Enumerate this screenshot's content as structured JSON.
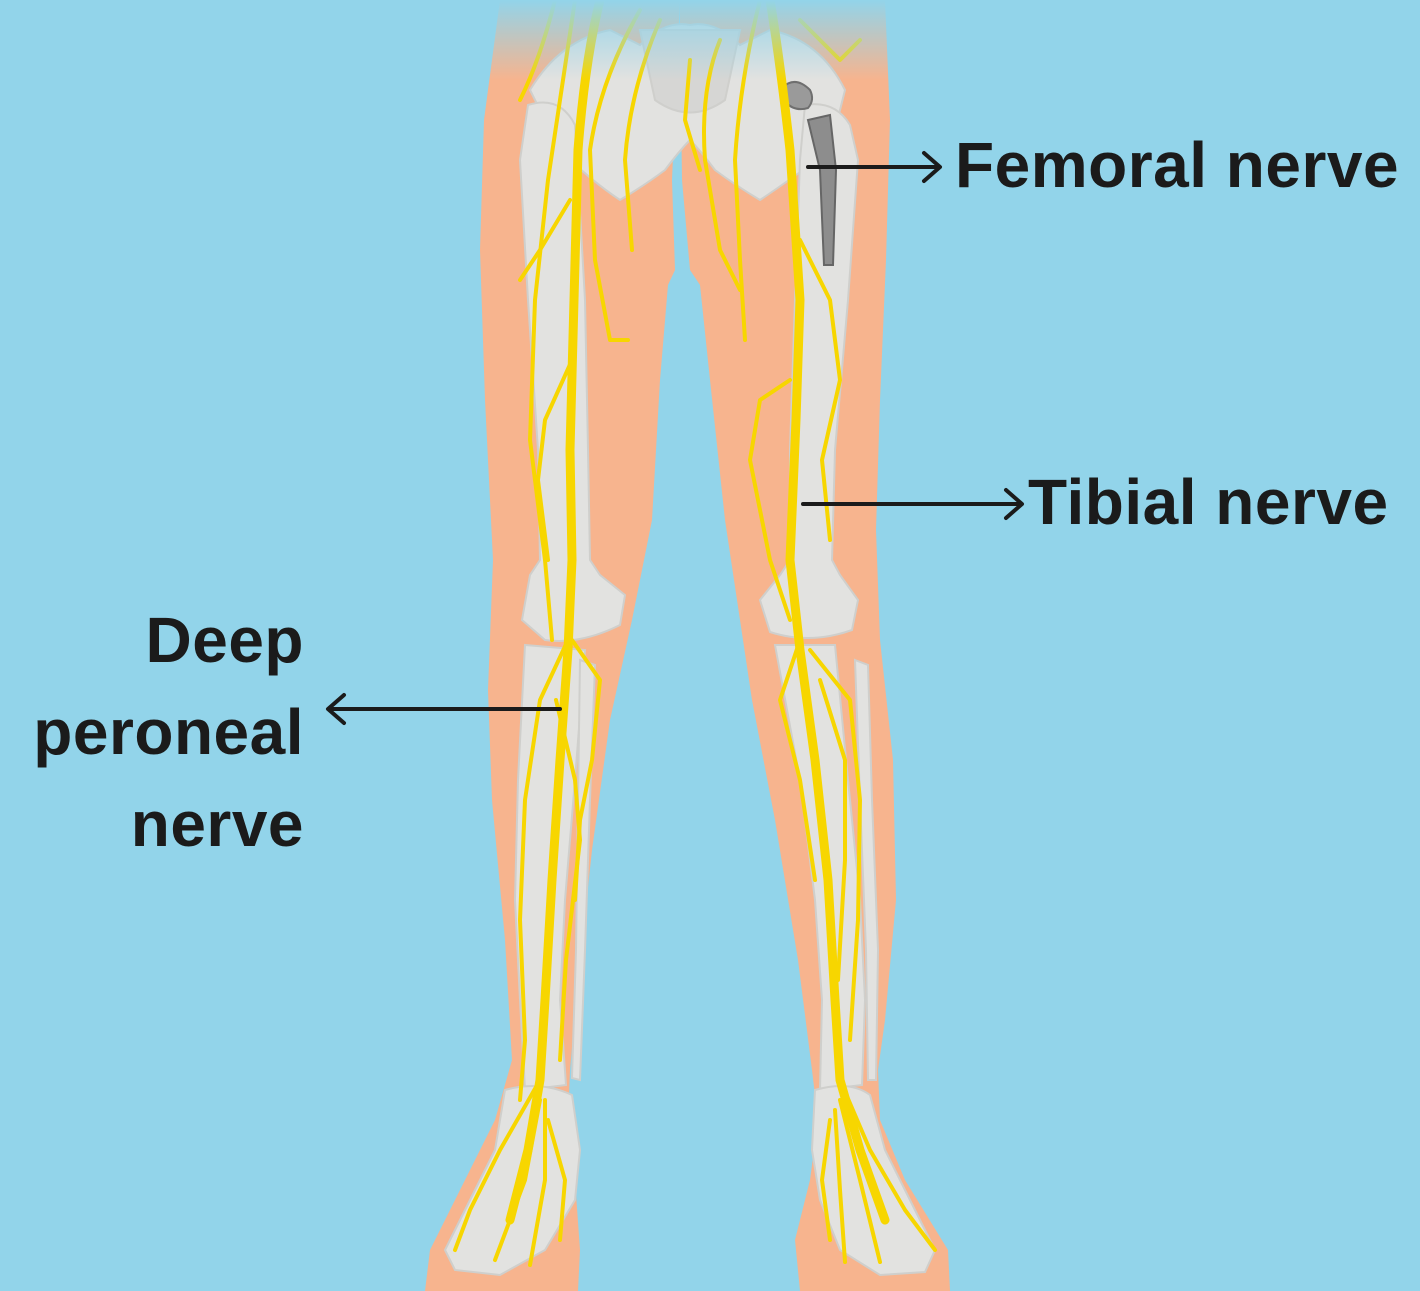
{
  "labels": {
    "femoral": "Femoral nerve",
    "tibial": "Tibial nerve",
    "deep_peroneal": [
      "Deep",
      "peroneal",
      "nerve"
    ]
  },
  "colors": {
    "background": "#92d4ea",
    "skin": "#f7b48e",
    "bone": "#e2e2e0",
    "nerve": "#f7d600",
    "implant": "#8d8d8d",
    "text": "#1b1b1b"
  }
}
